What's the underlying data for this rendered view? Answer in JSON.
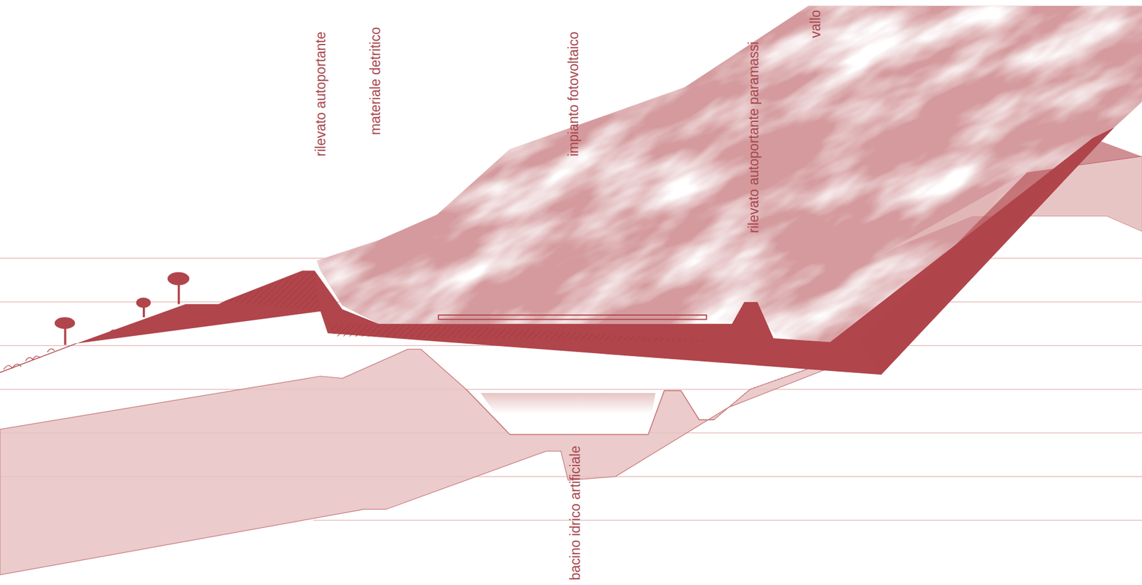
{
  "diagram": {
    "labels": [
      "rilevato autoportante",
      "materiale detritico",
      "impianto fotovoltaico",
      "bacino idrico artificiale",
      "rilevato autoportante paramassi",
      "vallo"
    ]
  }
}
